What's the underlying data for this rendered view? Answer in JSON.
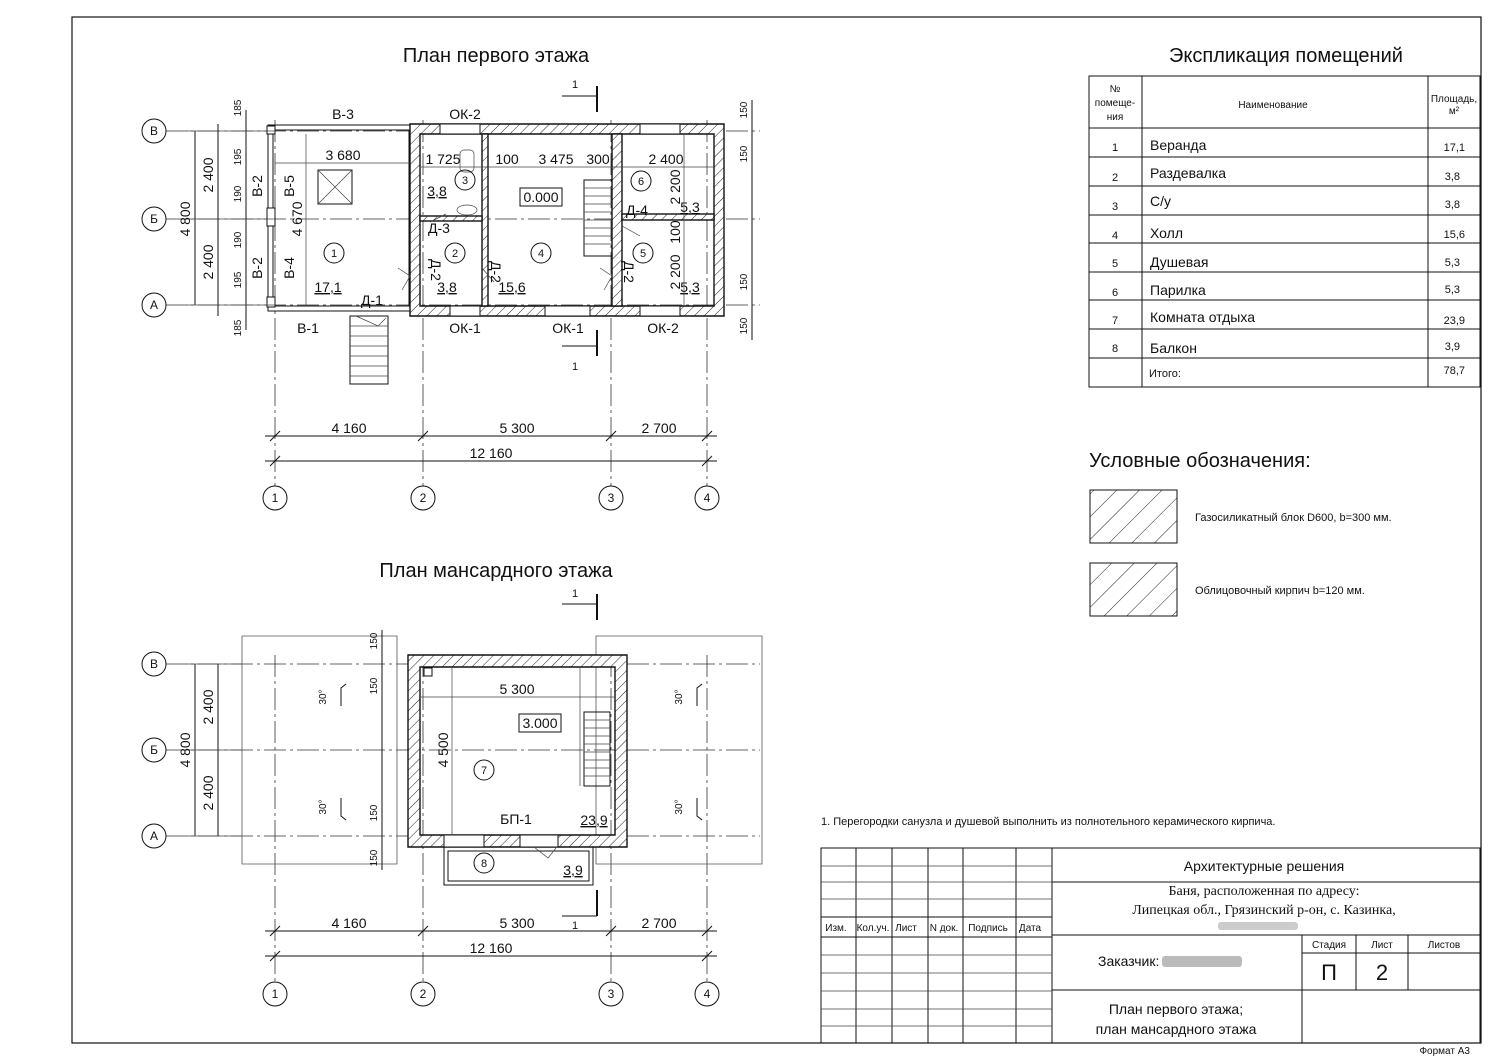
{
  "plan1": {
    "title": "План первого этажа",
    "axes_letters": [
      "В",
      "Б",
      "А"
    ],
    "axes_numbers": [
      "1",
      "2",
      "3",
      "4"
    ],
    "dims_bottom": [
      "4 160",
      "5 300",
      "2 700"
    ],
    "dim_total": "12 160",
    "dims_left_outer": [
      "2 400",
      "2 400"
    ],
    "dim_left_total": "4 800",
    "dims_left_inner": [
      "185",
      "195",
      "190",
      "190",
      "195",
      "185"
    ],
    "dims_right": [
      "150",
      "150",
      "150",
      "150"
    ],
    "openings": [
      "В-3",
      "ОК-2",
      "В-2",
      "В-5",
      "В-2",
      "В-4",
      "В-1",
      "ОК-1",
      "ОК-1",
      "ОК-2",
      "Д-1",
      "Д-2",
      "Д-3",
      "Д-2",
      "Д-4",
      "Д-2"
    ],
    "inner_dims": [
      "3 680",
      "1 725",
      "100",
      "3 475",
      "300",
      "2 400",
      "4 670",
      "2 200",
      "100",
      "2 200"
    ],
    "level": "0.000",
    "rooms": [
      {
        "num": "1",
        "area": "17,1"
      },
      {
        "num": "2",
        "area": "3,8"
      },
      {
        "num": "3",
        "area": "3,8"
      },
      {
        "num": "4",
        "area": "15,6"
      },
      {
        "num": "5",
        "area": "5,3"
      },
      {
        "num": "6",
        "area": "5,3"
      }
    ],
    "section_mark": "1"
  },
  "plan2": {
    "title": "План мансардного этажа",
    "axes_letters": [
      "В",
      "Б",
      "А"
    ],
    "axes_numbers": [
      "1",
      "2",
      "3",
      "4"
    ],
    "dims_bottom": [
      "4 160",
      "5 300",
      "2 700"
    ],
    "dim_total": "12 160",
    "dims_left_outer": [
      "2 400",
      "2 400"
    ],
    "dim_left_total": "4 800",
    "dims_side": [
      "150",
      "150",
      "150",
      "150"
    ],
    "inner_dims": [
      "5 300",
      "4 500"
    ],
    "level": "3.000",
    "slope": "30°",
    "balcony_label": "БП-1",
    "rooms": [
      {
        "num": "7",
        "area": "23,9"
      },
      {
        "num": "8",
        "area": "3,9"
      }
    ],
    "section_mark": "1"
  },
  "explication": {
    "title": "Экспликация помещений",
    "head_num": [
      "№",
      "помеще-",
      "ния"
    ],
    "head_name": "Наименование",
    "head_area": [
      "Площадь,",
      "м²"
    ],
    "rows": [
      {
        "num": "1",
        "name": "Веранда",
        "area": "17,1"
      },
      {
        "num": "2",
        "name": "Раздевалка",
        "area": "3,8"
      },
      {
        "num": "3",
        "name": "С/у",
        "area": "3,8"
      },
      {
        "num": "4",
        "name": "Холл",
        "area": "15,6"
      },
      {
        "num": "5",
        "name": "Душевая",
        "area": "5,3"
      },
      {
        "num": "6",
        "name": "Парилка",
        "area": "5,3"
      },
      {
        "num": "7",
        "name": "Комната отдыха",
        "area": "23,9"
      },
      {
        "num": "8",
        "name": "Балкон",
        "area": "3,9"
      }
    ],
    "total_label": "Итого:",
    "total_value": "78,7"
  },
  "legend": {
    "title": "Условные обозначения:",
    "items": [
      {
        "label": "Газосиликатный блок D600, b=300 мм."
      },
      {
        "label": "Облицовочный кирпич b=120 мм."
      }
    ]
  },
  "note": "1. Перегородки санузла и душевой выполнить из полнотельного керамического кирпича.",
  "stamp": {
    "cols": [
      "Изм.",
      "Кол.уч.",
      "Лист",
      "N док.",
      "Подпись",
      "Дата"
    ],
    "section": "Архитектурные решения",
    "address_1": "Баня, расположенная по адресу:",
    "address_2": "Липецкая обл., Грязинский р-он, с. Казинка,",
    "customer": "Заказчик:",
    "stage_h": "Стадия",
    "sheet_h": "Лист",
    "sheets_h": "Листов",
    "stage": "П",
    "sheet": "2",
    "drawing_1": "План первого этажа;",
    "drawing_2": "план мансардного этажа"
  },
  "format": "Формат А3"
}
